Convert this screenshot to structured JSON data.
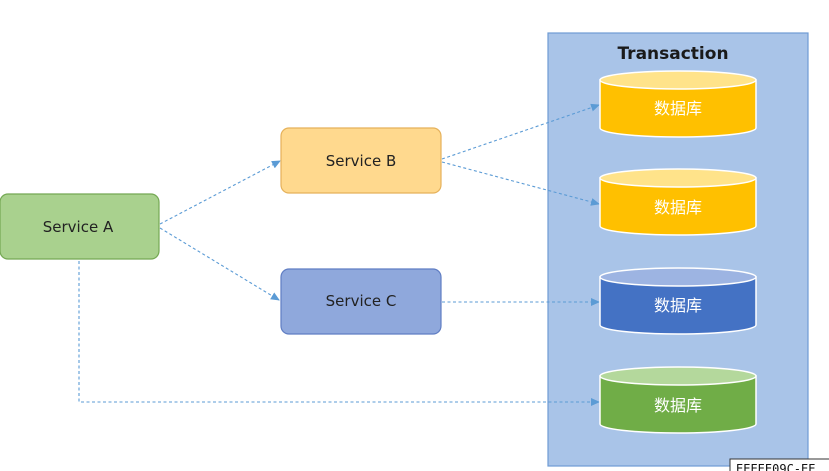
{
  "diagram": {
    "container": {
      "title": "Transaction",
      "fill": "#a9c4e8",
      "stroke": "#6f9bd4"
    },
    "nodes": {
      "service_a": {
        "label": "Service A",
        "fill": "#a9d18e",
        "stroke": "#74a853"
      },
      "service_b": {
        "label": "Service B",
        "fill": "#ffd98e",
        "stroke": "#e5b15a"
      },
      "service_c": {
        "label": "Service C",
        "fill": "#8fa8dc",
        "stroke": "#5f7dc3"
      }
    },
    "databases": [
      {
        "label": "数据库",
        "color": "yellow",
        "body": "#ffc000",
        "top": "#ffe38a",
        "stroke": "#ffffff"
      },
      {
        "label": "数据库",
        "color": "yellow",
        "body": "#ffc000",
        "top": "#ffe38a",
        "stroke": "#ffffff"
      },
      {
        "label": "数据库",
        "color": "blue",
        "body": "#4472c4",
        "top": "#9db4e2",
        "stroke": "#ffffff"
      },
      {
        "label": "数据库",
        "color": "green",
        "body": "#70ad47",
        "top": "#b4d89c",
        "stroke": "#ffffff"
      }
    ],
    "edges": [
      {
        "from": "Service A",
        "to": "Service B"
      },
      {
        "from": "Service A",
        "to": "Service C"
      },
      {
        "from": "Service B",
        "to": "数据库 (1)"
      },
      {
        "from": "Service B",
        "to": "数据库 (2)"
      },
      {
        "from": "Service C",
        "to": "数据库 (3)"
      },
      {
        "from": "Service A",
        "to": "数据库 (4)"
      }
    ],
    "arrow_color": "#5b9bd5",
    "corner_label": "EEEEE09C-EE"
  }
}
